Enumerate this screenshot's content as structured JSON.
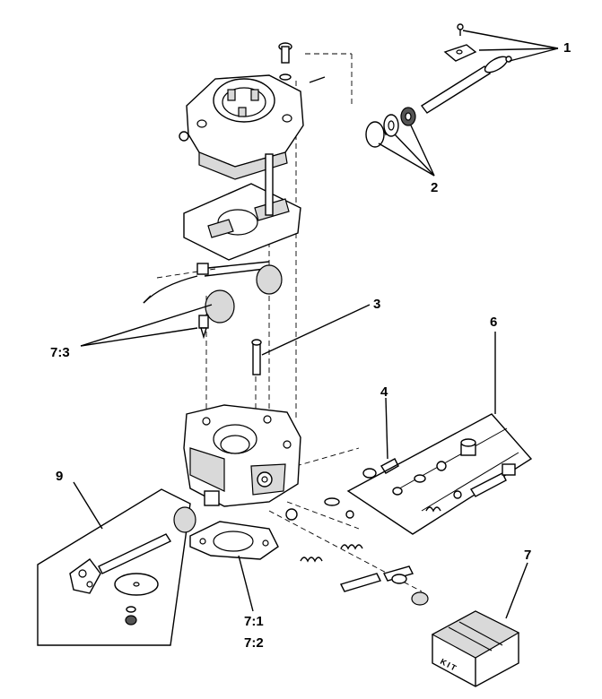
{
  "callouts": {
    "c1": "1",
    "c2": "2",
    "c3": "3",
    "c4": "4",
    "c6": "6",
    "c7": "7",
    "c7_1": "7:1",
    "c7_2": "7:2",
    "c7_3": "7:3",
    "c9": "9"
  },
  "kit_box": {
    "label": "KIT"
  },
  "colors": {
    "line": "#000000",
    "background": "#ffffff",
    "shade": "#d9d9d9"
  }
}
